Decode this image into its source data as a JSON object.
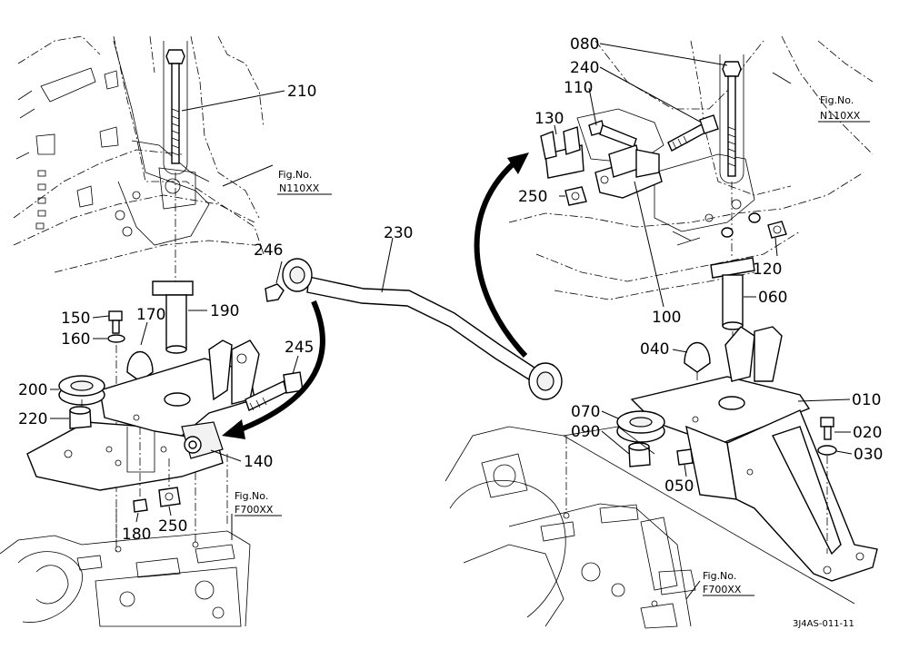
{
  "colors": {
    "ink": "#000000",
    "paper": "#ffffff"
  },
  "callouts": {
    "c210": "210",
    "c246": "246",
    "c230": "230",
    "c150": "150",
    "c170": "170",
    "c190": "190",
    "c160": "160",
    "c245": "245",
    "c200": "200",
    "c220": "220",
    "c140": "140",
    "c180": "180",
    "c250_left": "250",
    "c080": "080",
    "c240": "240",
    "c110": "110",
    "c130": "130",
    "c250_right": "250",
    "c120": "120",
    "c100": "100",
    "c060": "060",
    "c040": "040",
    "c010": "010",
    "c070": "070",
    "c020": "020",
    "c090": "090",
    "c030": "030",
    "c050": "050"
  },
  "fig_refs": {
    "left_upper": {
      "label": "Fig.No.",
      "code": "N110XX"
    },
    "right_upper": {
      "label": "Fig.No.",
      "code": "N110XX"
    },
    "left_lower": {
      "label": "Fig.No.",
      "code": "F700XX"
    },
    "right_lower": {
      "label": "Fig.No.",
      "code": "F700XX"
    }
  },
  "drawing_code": "3J4AS-011-11"
}
